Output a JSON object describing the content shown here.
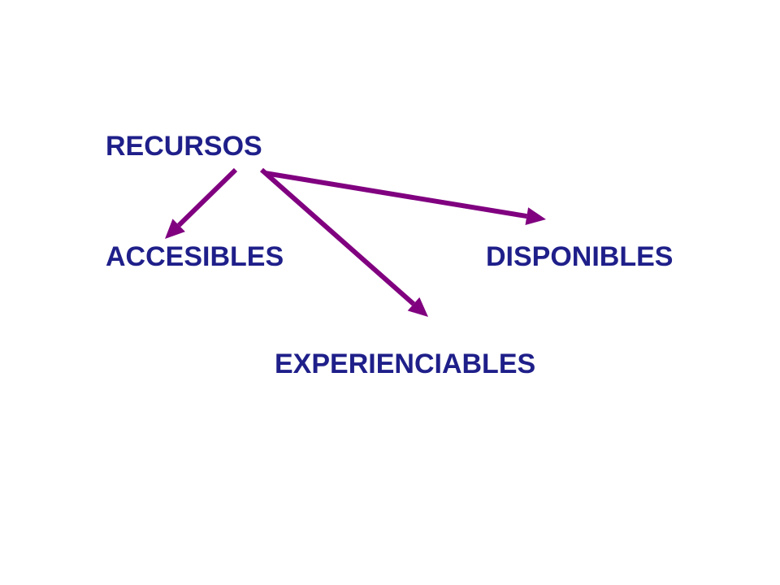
{
  "diagram": {
    "nodes": {
      "recursos": "RECURSOS",
      "accesibles": "ACCESIBLES",
      "disponibles": "DISPONIBLES",
      "experienciables": "EXPERIENCIABLES"
    },
    "edges": [
      {
        "from": "recursos",
        "to": "accesibles"
      },
      {
        "from": "recursos",
        "to": "experienciables"
      },
      {
        "from": "recursos",
        "to": "disponibles"
      }
    ],
    "colors": {
      "text": "#1f1f8a",
      "arrow": "#800080",
      "background": "#ffffff"
    }
  }
}
